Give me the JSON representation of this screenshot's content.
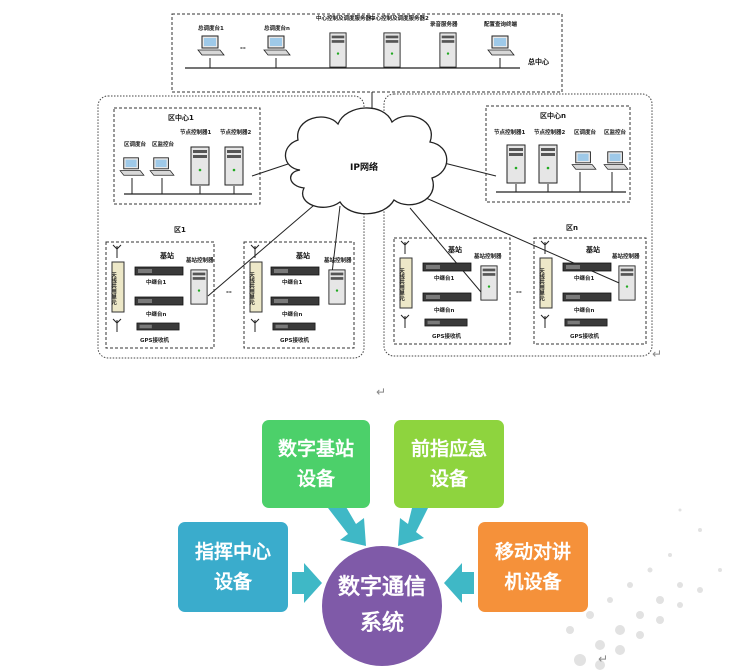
{
  "network": {
    "hq": {
      "label": "总中心",
      "dispatch1": "总调度台1",
      "dispatchN": "总调度台n",
      "server1": "中心控制及调度服务器1",
      "server2": "中心控制及调度服务器2",
      "record_server": "录音服务器",
      "terminal": "配置查询终端",
      "ellipsis": "--"
    },
    "cloud": "IP网络",
    "region1": {
      "center": "区中心1",
      "dispatch": "区调度台",
      "monitor": "区监控台",
      "ctrl1": "节点控制器1",
      "ctrl2": "节点控制器2",
      "zone": "区1"
    },
    "regionN": {
      "center": "区中心n",
      "ctrl1": "节点控制器1",
      "ctrl2": "节点控制器2",
      "dispatch": "区调度台",
      "monitor": "区监控台",
      "zone": "区n"
    },
    "station": {
      "title": "基站",
      "controller": "基站控制器",
      "combiner": "天线共用单元",
      "relay1": "中继台1",
      "relayN": "中继台n",
      "gps": "GPS接收机",
      "ellipsis": "--"
    }
  },
  "return_marks": [
    "↵",
    "↵",
    "↵"
  ],
  "system": {
    "center": "数字通信系统",
    "boxes": [
      {
        "label": "数字基站设备",
        "color": "#4cd06a"
      },
      {
        "label": "前指应急设备",
        "color": "#8ed43e"
      },
      {
        "label": "指挥中心设备",
        "color": "#3aaccc"
      },
      {
        "label": "移动对讲机设备",
        "color": "#f5913a"
      }
    ],
    "center_color": "#7f5aa8",
    "arrow_color": "#3fb8c6"
  }
}
